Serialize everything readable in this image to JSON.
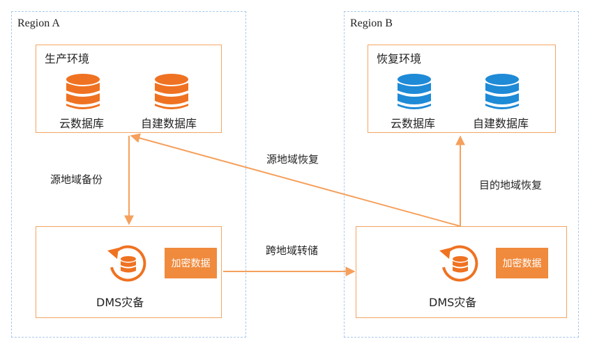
{
  "regions": [
    {
      "title": "Region A"
    },
    {
      "title": "Region B"
    }
  ],
  "environments": {
    "production": {
      "title": "生产环境",
      "db_cloud": "云数据库",
      "db_self": "自建数据库",
      "icon": "database-icon",
      "color": "#ef7222"
    },
    "recovery": {
      "title": "恢复环境",
      "db_cloud": "云数据库",
      "db_self": "自建数据库",
      "icon": "database-icon",
      "color": "#1f8ad6"
    }
  },
  "dms": {
    "a": {
      "label": "DMS灾备",
      "badge": "加密数据"
    },
    "b": {
      "label": "DMS灾备",
      "badge": "加密数据"
    }
  },
  "edges": {
    "source_backup": "源地域备份",
    "source_recovery": "源地域恢复",
    "cross_region_dump": "跨地域转储",
    "target_recovery": "目的地域恢复"
  },
  "colors": {
    "arrow": "#f5a05c",
    "region_border": "#a9c8ea",
    "box_border": "#f3a462",
    "badge": "#f08a3c"
  }
}
